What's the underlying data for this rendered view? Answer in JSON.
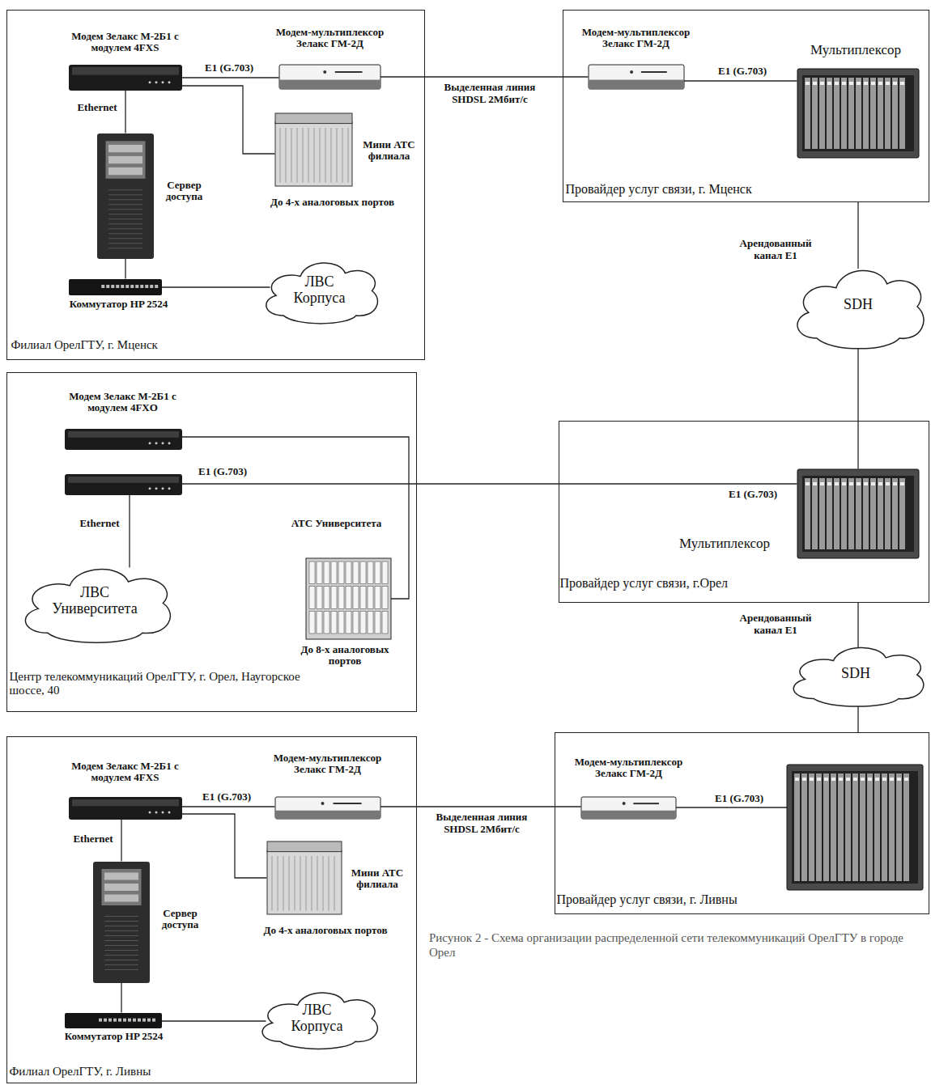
{
  "diagram": {
    "caption": "Рисунок 2 - Схема организации распределенной сети телекоммуникаций ОрелГТУ в городе Орел",
    "nodes": [
      {
        "text": [
          "Филиал ОрелГТУ, г. Мценск"
        ]
      },
      {
        "text": [
          "Модем Зелакс М-2Б1 с модулем 4FXS"
        ],
        "in": 0
      },
      {
        "text": [
          "Модем-мультиплексор Зелакс ГМ-2Д"
        ],
        "in": 0
      },
      {
        "text": [
          "Мини АТС филиала",
          "До 4-х аналоговых портов"
        ],
        "in": 0
      },
      {
        "text": [
          "Сервер доступа"
        ],
        "in": 0
      },
      {
        "text": [
          "Коммутатор HP 2524"
        ],
        "in": 0
      },
      {
        "text": [
          "ЛВС Корпуса"
        ],
        "in": 0
      },
      {
        "text": [
          "Провайдер услуг связи, г. Мценск"
        ]
      },
      {
        "text": [
          "Модем-мультиплексор Зелакс ГМ-2Д"
        ],
        "in": 7
      },
      {
        "text": [
          "Мультиплексор"
        ],
        "in": 7
      },
      {
        "text": [
          "SDH"
        ]
      },
      {
        "text": [
          "Центр телекоммуникаций ОрелГТУ, г. Орел, Наугорское шоссе, 40"
        ]
      },
      {
        "text": [
          "Модем Зелакс М-2Б1 с модулем 4FXO"
        ],
        "in": 11
      },
      {
        "text": [
          "ЛВС Университета"
        ],
        "in": 11
      },
      {
        "text": [
          "АТС Университета",
          "До 8-х аналоговых портов"
        ],
        "in": 11
      },
      {
        "text": [
          "Провайдер услуг связи, г.Орел"
        ]
      },
      {
        "text": [
          "Мультиплексор"
        ],
        "in": 15
      },
      {
        "text": [
          "SDH"
        ]
      },
      {
        "text": [
          "Филиал ОрелГТУ, г. Ливны"
        ]
      },
      {
        "text": [
          "Модем Зелакс М-2Б1 с модулем 4FXS"
        ],
        "in": 18
      },
      {
        "text": [
          "Модем-мультиплексор Зелакс ГМ-2Д"
        ],
        "in": 18
      },
      {
        "text": [
          "Мини АТС филиала",
          "До 4-х аналоговых портов"
        ],
        "in": 18
      },
      {
        "text": [
          "Сервер доступа"
        ],
        "in": 18
      },
      {
        "text": [
          "Коммутатор HP 2524"
        ],
        "in": 18
      },
      {
        "text": [
          "ЛВС Корпуса"
        ],
        "in": 18
      },
      {
        "text": [
          "Провайдер услуг связи, г. Ливны"
        ]
      },
      {
        "text": [
          "Модем-мультиплексор Зелакс ГМ-2Д"
        ],
        "in": 25
      }
    ],
    "edges": [
      {
        "from": 1,
        "to": 2,
        "arrow": "none",
        "label": "E1 (G.703)"
      },
      {
        "from": 1,
        "to": 4,
        "arrow": "none",
        "label": "Ethernet"
      },
      {
        "from": 1,
        "to": 3,
        "arrow": "none"
      },
      {
        "from": 4,
        "to": 5,
        "arrow": "none"
      },
      {
        "from": 5,
        "to": 6,
        "arrow": "none"
      },
      {
        "from": 2,
        "to": 8,
        "arrow": "none",
        "label": "Выделенная линия SHDSL 2Мбит/с"
      },
      {
        "from": 8,
        "to": 9,
        "arrow": "none",
        "label": "E1 (G.703)"
      },
      {
        "from": 7,
        "to": 10,
        "arrow": "none",
        "label": "Арендованный канал E1"
      },
      {
        "from": 10,
        "to": 16,
        "arrow": "none"
      },
      {
        "from": 12,
        "to": 16,
        "arrow": "none",
        "label": "E1 (G.703)"
      },
      {
        "from": 12,
        "to": 13,
        "arrow": "none",
        "label": "Ethernet"
      },
      {
        "from": 12,
        "to": 14,
        "arrow": "none"
      },
      {
        "from": 15,
        "to": 17,
        "arrow": "none",
        "label": "Арендованный канал E1"
      },
      {
        "from": 17,
        "to": 25,
        "arrow": "none"
      },
      {
        "from": 19,
        "to": 20,
        "arrow": "none",
        "label": "E1 (G.703)"
      },
      {
        "from": 19,
        "to": 22,
        "arrow": "none",
        "label": "Ethernet"
      },
      {
        "from": 19,
        "to": 21,
        "arrow": "none"
      },
      {
        "from": 22,
        "to": 23,
        "arrow": "none"
      },
      {
        "from": 23,
        "to": 24,
        "arrow": "none"
      },
      {
        "from": 20,
        "to": 26,
        "arrow": "none",
        "label": "Выделенная линия SHDSL 2Мбит/с"
      }
    ],
    "labels": [
      "E1 (G.703)",
      "E1 (G.703)"
    ]
  }
}
